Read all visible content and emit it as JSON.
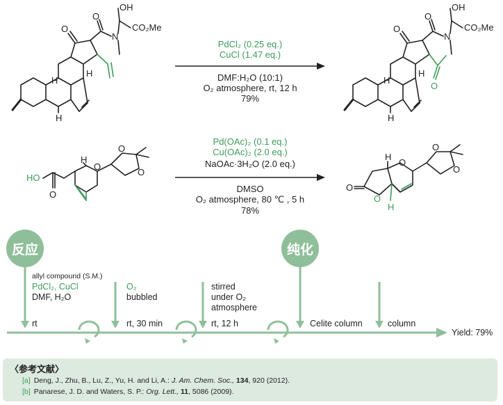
{
  "reaction1": {
    "reagent1": "PdCl₂ (0.25 eq.)",
    "reagent2": "CuCl (1.47 eq.)",
    "cond1": "DMF:H₂O (10:1)",
    "cond2": "O₂ atmosphere, rt, 12 h",
    "yield": "79%"
  },
  "reaction2": {
    "reagent1": "Pd(OAc)₂ (0.1 eq.)",
    "reagent2": "Cu(OAc)₂ (2.0 eq.)",
    "reagent3": "NaOAc·3H₂O (2.0 eq.)",
    "cond1": "DMSO",
    "cond2": "O₂ atmosphere, 80 ℃ , 5 h",
    "yield": "78%"
  },
  "molecule_labels": {
    "oh": "OH",
    "co2me": "CO₂Me",
    "n": "N",
    "o": "O",
    "h": "H",
    "ho": "HO"
  },
  "flow": {
    "reaction_badge": "反应",
    "purify_badge": "纯化",
    "step1_line1": "allyl compound (S.M.)",
    "step1_line2": "PdCl₂, CuCl",
    "step1_line3": "DMF, H₂O",
    "step1_time": "rt",
    "step2_line1": "O₂",
    "step2_line2": "bubbled",
    "step2_time": "rt, 30 min",
    "step3_line1": "stirred",
    "step3_line2": "under O₂",
    "step3_line3": "atmosphere",
    "step3_time": "rt, 12 h",
    "step4": "Celite column",
    "step5": "column",
    "yield": "Yield: 79%"
  },
  "references": {
    "title": "〈参考文献〉",
    "ref_a_tag": "[a]",
    "ref_a_authors": "Deng,  J., Zhu, B., Lu, Z., Yu, H. and Li, A.:",
    "ref_a_journal": "J. Am. Chem. Soc.,",
    "ref_a_vol": "134",
    "ref_a_rest": ", 920 (2012).",
    "ref_b_tag": "[b]",
    "ref_b_authors": "Panarese, J. D. and Waters, S. P.:",
    "ref_b_journal": "Org. Lett.,",
    "ref_b_vol": "11",
    "ref_b_rest": ", 5086 (2009)."
  },
  "colors": {
    "accent_green": "#3d9b5a",
    "flow_green": "#8fbf9a",
    "ref_bg": "#ddeadf"
  }
}
